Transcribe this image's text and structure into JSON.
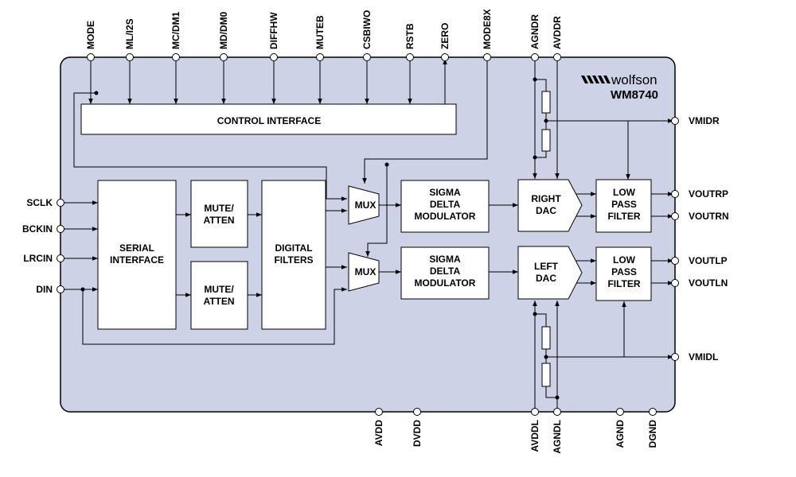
{
  "colors": {
    "chip_fill": "#cdd2e6",
    "chip_stroke": "#000000",
    "block_fill": "#ffffff"
  },
  "logo": {
    "brand": "wolfson",
    "part": "WM8740"
  },
  "pins": {
    "top": [
      "MODE",
      "ML/I2S",
      "MC/DM1",
      "MD/DM0",
      "DIFFHW",
      "MUTEB",
      "CSBIWO",
      "RSTB",
      "ZERO",
      "MODE8X",
      "AGNDR",
      "AVDDR"
    ],
    "left": [
      "SCLK",
      "BCKIN",
      "LRCIN",
      "DIN"
    ],
    "right": [
      "VMIDR",
      "VOUTRP",
      "VOUTRN",
      "VOUTLP",
      "VOUTLN",
      "VMIDL"
    ],
    "bottom": [
      "AVDD",
      "DVDD",
      "AVDDL",
      "AGNDL",
      "AGND",
      "DGND"
    ]
  },
  "blocks": {
    "control_interface": "CONTROL INTERFACE",
    "serial_interface": [
      "SERIAL",
      "INTERFACE"
    ],
    "mute_atten": [
      "MUTE/",
      "ATTEN"
    ],
    "digital_filters": [
      "DIGITAL",
      "FILTERS"
    ],
    "mux": "MUX",
    "sigma_delta": [
      "SIGMA",
      "DELTA",
      "MODULATOR"
    ],
    "right_dac": [
      "RIGHT",
      "DAC"
    ],
    "left_dac": [
      "LEFT",
      "DAC"
    ],
    "low_pass_filter": [
      "LOW",
      "PASS",
      "FILTER"
    ]
  }
}
